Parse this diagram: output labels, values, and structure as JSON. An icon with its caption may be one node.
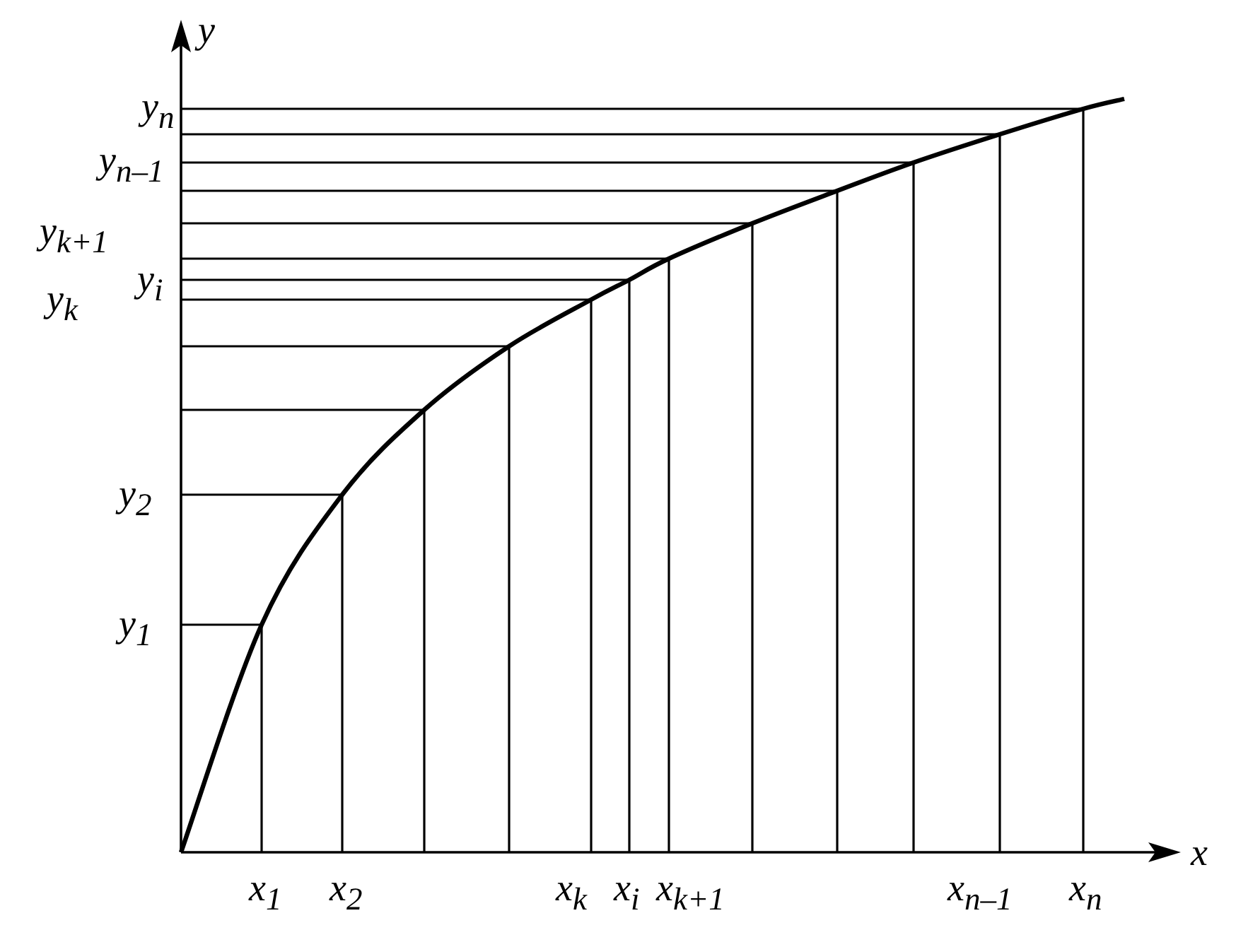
{
  "diagram": {
    "labels": [
      "y",
      "y$_{n}$",
      "y$_{n–1}$",
      "y$_{k+1}$",
      "y$_{i}$",
      "y$_{k}$",
      "y$_{2}$",
      "y$_{1}$",
      "x",
      "x$_{1}$",
      "x$_{2}$",
      "x$_{k}$",
      "x$_{i}$",
      "x$_{k+1}$",
      "x$_{n–1}$",
      "x$_{n}$"
    ]
  }
}
